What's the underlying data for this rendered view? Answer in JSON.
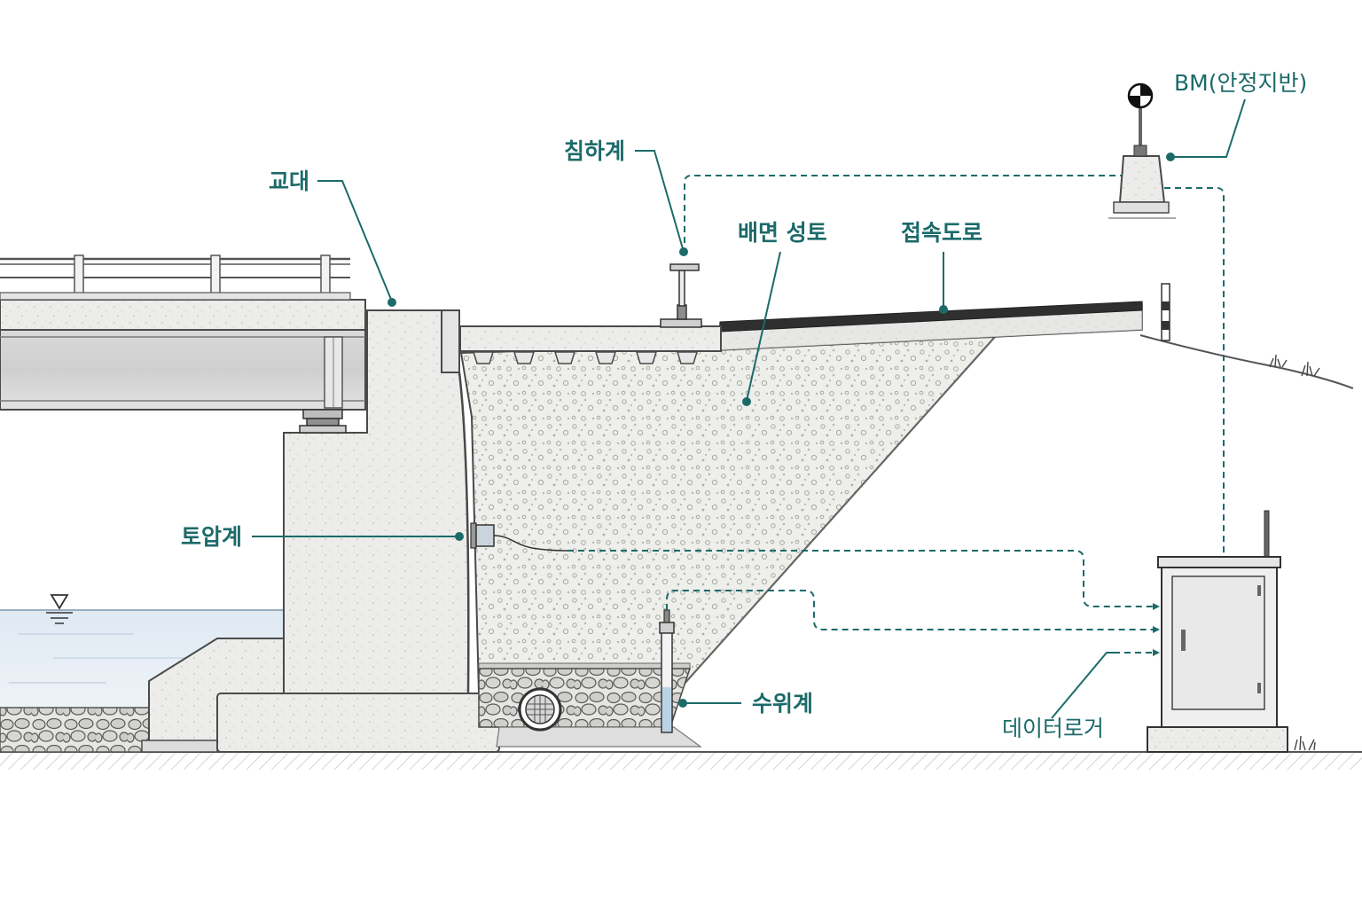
{
  "labels": {
    "abutment": "교대",
    "settlement_gauge": "침하계",
    "backfill": "배면 성토",
    "approach_road": "접속도로",
    "benchmark": "BM(안정지반)",
    "earth_pressure_gauge": "토압계",
    "water_level_gauge": "수위계",
    "data_logger": "데이터로거"
  },
  "colors": {
    "accent": "#1d6a6a",
    "concrete": "#eaeaea",
    "backfill": "#efefec",
    "water": "#e6eef5",
    "asphalt": "#2f2f2f"
  },
  "icons": {
    "water_level_marker": "inverted-triangle-icon",
    "benchmark_target": "survey-target-icon",
    "drain_pipe": "drain-pipe-icon"
  }
}
